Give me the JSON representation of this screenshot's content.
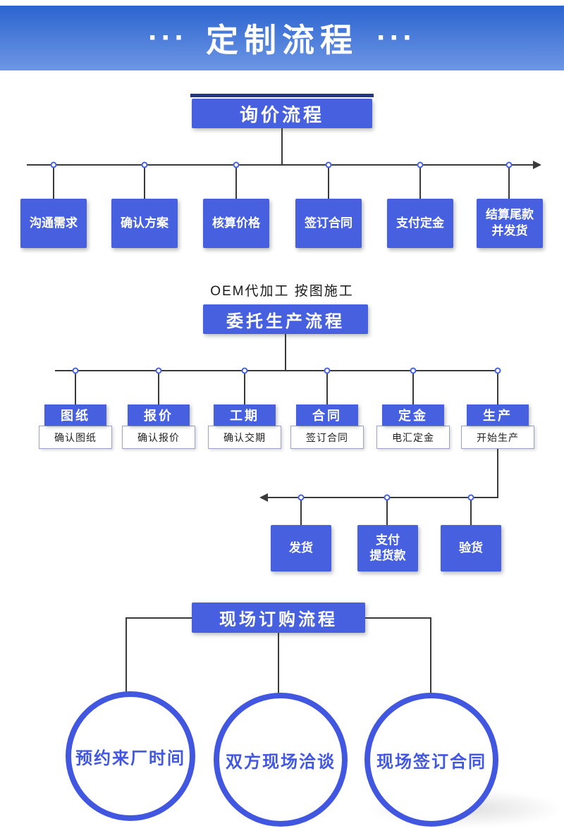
{
  "banner": {
    "dots": "···",
    "title": "定制流程"
  },
  "inquiry": {
    "title": "询价流程",
    "steps": [
      "沟通需求",
      "确认方案",
      "核算价格",
      "签订合同",
      "支付定金",
      "结算尾款\n并发货"
    ]
  },
  "production": {
    "subtitle": "OEM代加工 按图施工",
    "title": "委托生产流程",
    "columns": [
      {
        "label": "图纸",
        "sub": "确认图纸"
      },
      {
        "label": "报价",
        "sub": "确认报价"
      },
      {
        "label": "工期",
        "sub": "确认交期"
      },
      {
        "label": "合同",
        "sub": "签订合同"
      },
      {
        "label": "定金",
        "sub": "电汇定金"
      },
      {
        "label": "生产",
        "sub": "开始生产"
      }
    ],
    "second_row": [
      "发货",
      "支付\n提货款",
      "验货"
    ]
  },
  "onsite": {
    "title": "现场订购流程",
    "circles": [
      "预约来厂时间",
      "双方现场洽谈",
      "现场签订合同"
    ]
  },
  "colors": {
    "primary": "#4660e0",
    "banner_top": "#2b63cf",
    "banner_bottom": "#6d97e5",
    "line": "#3a3a3a",
    "circle_border": "#4257e0"
  }
}
